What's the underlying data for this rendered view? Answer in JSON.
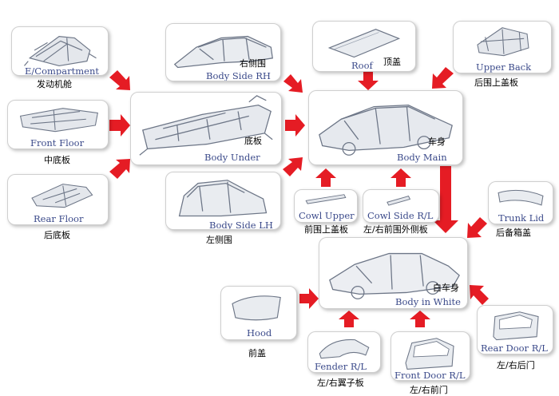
{
  "colors": {
    "arrow": "#e51c24",
    "label_en": "#3b4a8a",
    "box_border": "#cfcfcf"
  },
  "parts": {
    "e_compartment": {
      "en": "E/Compartment",
      "cn": "发动机舱"
    },
    "front_floor": {
      "en": "Front Floor",
      "cn": "中底板"
    },
    "rear_floor": {
      "en": "Rear Floor",
      "cn": "后底板"
    },
    "body_side_rh": {
      "en": "Body Side RH",
      "cn": "右侧围"
    },
    "body_under": {
      "en": "Body Under",
      "cn": "底板"
    },
    "body_side_lh": {
      "en": "Body Side LH",
      "cn": "左侧围"
    },
    "roof": {
      "en": "Roof",
      "cn": "顶盖"
    },
    "upper_back": {
      "en": "Upper Back",
      "cn": "后围上盖板"
    },
    "body_main": {
      "en": "Body Main",
      "cn": "车身"
    },
    "cowl_upper": {
      "en": "Cowl Upper",
      "cn": "前围上盖板"
    },
    "cowl_side": {
      "en": "Cowl Side R/L",
      "cn": "左/右前围外侧板"
    },
    "trunk_lid": {
      "en": "Trunk Lid",
      "cn": "后备箱盖"
    },
    "body_in_white": {
      "en": "Body in White",
      "cn": "白车身"
    },
    "hood": {
      "en": "Hood",
      "cn": "前盖"
    },
    "fender": {
      "en": "Fender R/L",
      "cn": "左/右翼子板"
    },
    "front_door": {
      "en": "Front Door R/L",
      "cn": "左/右前门"
    },
    "rear_door": {
      "en": "Rear Door R/L",
      "cn": "左/右后门"
    }
  }
}
